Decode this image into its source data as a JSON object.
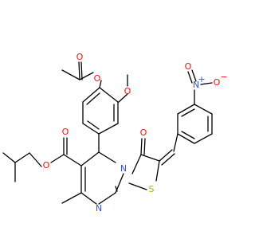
{
  "colors": {
    "bond": "#000000",
    "oxygen": "#ff0d0d",
    "nitrogen": "#3050f8",
    "sulfur": "#c8a800",
    "background": "#ffffff"
  },
  "atoms": {
    "o_acetate_carbonyl": "O",
    "o_acetate_ester": "O",
    "o_methoxy": "O",
    "o_ester_carbonyl": "O",
    "o_ester_ether": "O",
    "o_ketone": "O",
    "n_ring": "N",
    "n_imine": "N",
    "s_ring": "S",
    "n_nitro": "N",
    "n_nitro_charge": "+",
    "o_nitro_top": "O",
    "o_nitro_right": "O",
    "o_nitro_charge": "−"
  }
}
